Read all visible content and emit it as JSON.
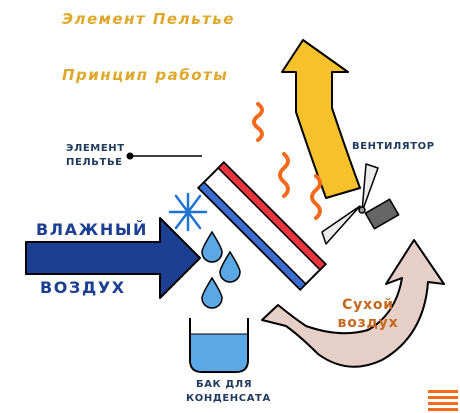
{
  "title": "Элемент Пельтье",
  "subtitle": "Принцип работы",
  "labels": {
    "peltier_line1": "ЭЛЕМЕНТ",
    "peltier_line2": "ПЕЛЬТЬЕ",
    "fan": "ВЕНТИЛЯТОР",
    "humid_line1": "ВЛАЖНЫЙ",
    "humid_line2": "ВОЗДУХ",
    "dry_line1": "Сухой",
    "dry_line2": "воздух",
    "tank_line1": "БАК ДЛЯ",
    "tank_line2": "КОНДЕНСАТА"
  },
  "colors": {
    "hot_arrow": "#f7c12b",
    "cold_arrow": "#1c3f91",
    "dry_arrow": "#e6cfc6",
    "peltier_hot_side": "#e8343c",
    "peltier_cold_side": "#3b6cd0",
    "water": "#5aa8e6",
    "heat_waves": "#f26b1d"
  }
}
